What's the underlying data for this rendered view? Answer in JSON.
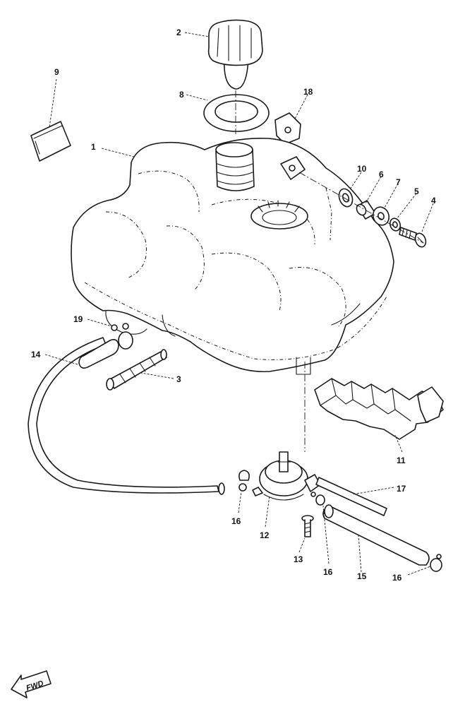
{
  "callouts": {
    "c1": "1",
    "c2": "2",
    "c3": "3",
    "c4": "4",
    "c5": "5",
    "c6": "6",
    "c7": "7",
    "c8": "8",
    "c9": "9",
    "c10": "10",
    "c11": "11",
    "c12": "12",
    "c13": "13",
    "c14": "14",
    "c15": "15",
    "c16a": "16",
    "c16b": "16",
    "c16c": "16",
    "c17": "17",
    "c18": "18",
    "c19": "19"
  },
  "fwd_label": "FWD",
  "ink_color": "#1a1a1a",
  "paper_color": "#ffffff"
}
